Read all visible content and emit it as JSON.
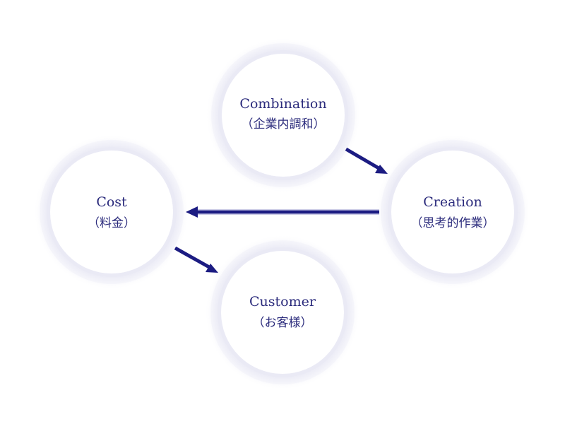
{
  "colors": {
    "text": "#2b2b7c",
    "arrow": "#1c1c82",
    "arrow_edge": "#8e8ec4",
    "ring_outer": "#e4e4f1",
    "ring_shadow": "#d8d8ea",
    "node_fill": "#ffffff"
  },
  "nodes": [
    {
      "id": "combination",
      "title": "Combination",
      "subtitle": "（企業内調和）"
    },
    {
      "id": "creation",
      "title": "Creation",
      "subtitle": "（思考的作業）"
    },
    {
      "id": "cost",
      "title": "Cost",
      "subtitle": "（料金）"
    },
    {
      "id": "customer",
      "title": "Customer",
      "subtitle": "（お客様）"
    }
  ],
  "edges": [
    {
      "from": "combination",
      "to": "creation"
    },
    {
      "from": "creation",
      "to": "cost"
    },
    {
      "from": "cost",
      "to": "customer"
    }
  ]
}
